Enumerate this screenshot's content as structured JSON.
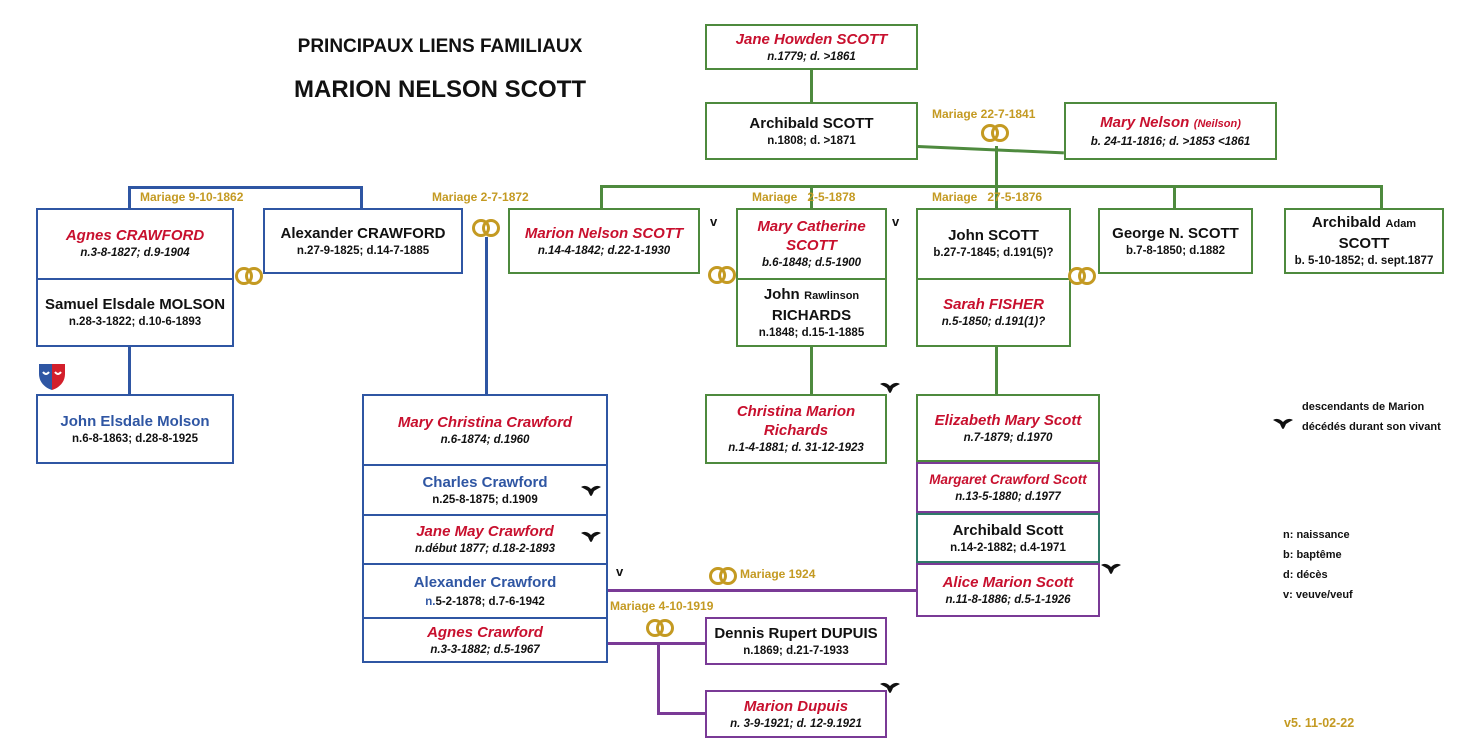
{
  "title": {
    "line1": "PRINCIPAUX LIENS FAMILIAUX",
    "line2": "MARION NELSON SCOTT"
  },
  "people": {
    "jane_howden": {
      "name": "Jane Howden SCOTT",
      "dates": "n.1779; d. >1861"
    },
    "archibald_scott": {
      "name": "Archibald SCOTT",
      "dates": "n.1808; d. >1871"
    },
    "mary_nelson": {
      "name": "Mary Nelson",
      "alt": "(Neilson)",
      "dates": "b. 24-11-1816; d. >1853 <1861"
    },
    "agnes_crawford_sr": {
      "name": "Agnes CRAWFORD",
      "dates": "n.3-8-1827; d.9-1904"
    },
    "samuel_molson": {
      "name": "Samuel Elsdale MOLSON",
      "dates": "n.28-3-1822; d.10-6-1893"
    },
    "alexander_crawford_sr": {
      "name": "Alexander CRAWFORD",
      "dates": "n.27-9-1825; d.14-7-1885"
    },
    "marion_nelson_scott": {
      "name": "Marion Nelson SCOTT",
      "dates": "n.14-4-1842;  d.22-1-1930"
    },
    "mary_catherine": {
      "name1": "Mary Catherine",
      "name2": "SCOTT",
      "dates": "b.6-1848; d.5-1900"
    },
    "john_richards": {
      "name1": "John",
      "name_mid": "Rawlinson",
      "name2": "RICHARDS",
      "dates": "n.1848; d.15-1-1885"
    },
    "john_scott": {
      "name": "John SCOTT",
      "dates": "b.27-7-1845; d.191(5)?"
    },
    "sarah_fisher": {
      "name": "Sarah FISHER",
      "dates": "n.5-1850; d.191(1)?"
    },
    "george_scott": {
      "name": "George N. SCOTT",
      "dates": "b.7-8-1850; d.1882"
    },
    "archibald_adam": {
      "name1": "Archibald",
      "name_mid": "Adam",
      "name2": "SCOTT",
      "dates": "b. 5-10-1852; d. sept.1877"
    },
    "john_molson": {
      "name": "John Elsdale Molson",
      "dates": "n.6-8-1863; d.28-8-1925"
    },
    "mary_christina": {
      "name": "Mary Christina  Crawford",
      "dates": "n.6-1874; d.1960"
    },
    "charles_crawford": {
      "name": "Charles Crawford",
      "dates": "n.25-8-1875; d.1909"
    },
    "jane_may": {
      "name": "Jane May  Crawford",
      "dates": "n.début 1877; d.18-2-1893"
    },
    "alexander_crawford_jr": {
      "name": "Alexander Crawford",
      "dates_n": "n.",
      "dates": "5-2-1878; d.7-6-1942"
    },
    "agnes_crawford_jr": {
      "name": "Agnes Crawford",
      "dates": "n.3-3-1882; d.5-1967"
    },
    "christina_richards": {
      "name1": "Christina Marion",
      "name2": "Richards",
      "dates": "n.1-4-1881; d. 31-12-1923"
    },
    "elizabeth_mary": {
      "name": "Elizabeth Mary Scott",
      "dates": "n.7-1879; d.1970"
    },
    "margaret_crawford_scott": {
      "name": "Margaret Crawford Scott",
      "dates": "n.13-5-1880; d.1977"
    },
    "archibald_scott_jr": {
      "name": "Archibald Scott",
      "dates": "n.14-2-1882; d.4-1971"
    },
    "alice_marion": {
      "name": "Alice Marion  Scott",
      "dates": "n.11-8-1886; d.5-1-1926"
    },
    "dennis_dupuis": {
      "name": "Dennis Rupert DUPUIS",
      "dates": "n.1869; d.21-7-1933"
    },
    "marion_dupuis": {
      "name": "Marion Dupuis",
      "dates": "n. 3-9-1921; d. 12-9.1921"
    }
  },
  "marriages": {
    "m1841": "Mariage 22-7-1841",
    "m1862": "Mariage 9-10-1862",
    "m1872": "Mariage 2-7-1872",
    "m1878_a": "Mariage",
    "m1878_b": "2-5-1878",
    "m1876_a": "Mariage",
    "m1876_b": "27-5-1876",
    "m1924": "Mariage 1924",
    "m1919": "Mariage 4-10-1919"
  },
  "widow_mark": "v",
  "legend": {
    "desc_line1": "descendants de Marion",
    "desc_line2": "décédés durant son vivant",
    "n": "n: naissance",
    "b": "b: baptême",
    "d": "d: décès",
    "v": "v: veuve/veuf"
  },
  "version": "v5. 11-02-22",
  "colors": {
    "green": "#4e8a3e",
    "blue": "#2f56a3",
    "purple": "#7a3a96",
    "red": "#c8102e",
    "gold": "#c49a22"
  },
  "icons": {
    "ring": "wedding-rings-icon",
    "bird": "black-bird-icon",
    "shield": "coat-of-arms-icon"
  }
}
